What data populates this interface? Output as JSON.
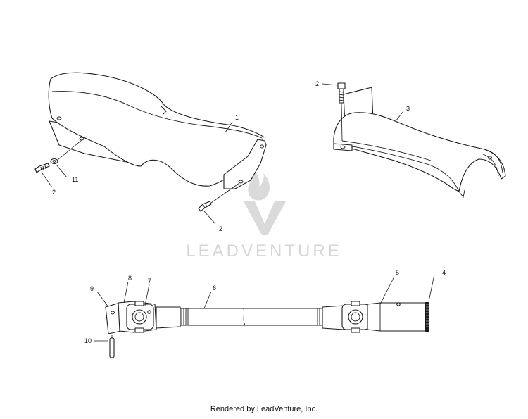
{
  "callouts": {
    "c1": "1",
    "c2a": "2",
    "c2b": "2",
    "c2c": "2",
    "c3": "3",
    "c4": "4",
    "c5": "5",
    "c6": "6",
    "c7": "7",
    "c8": "8",
    "c9": "9",
    "c10": "10",
    "c11": "11"
  },
  "watermark": {
    "text": "LEADVENTURE",
    "color": "#d6d6d6"
  },
  "footer": {
    "text": "Rendered by LeadVenture, Inc."
  },
  "colors": {
    "line": "#1a1a1a",
    "background": "#ffffff"
  }
}
